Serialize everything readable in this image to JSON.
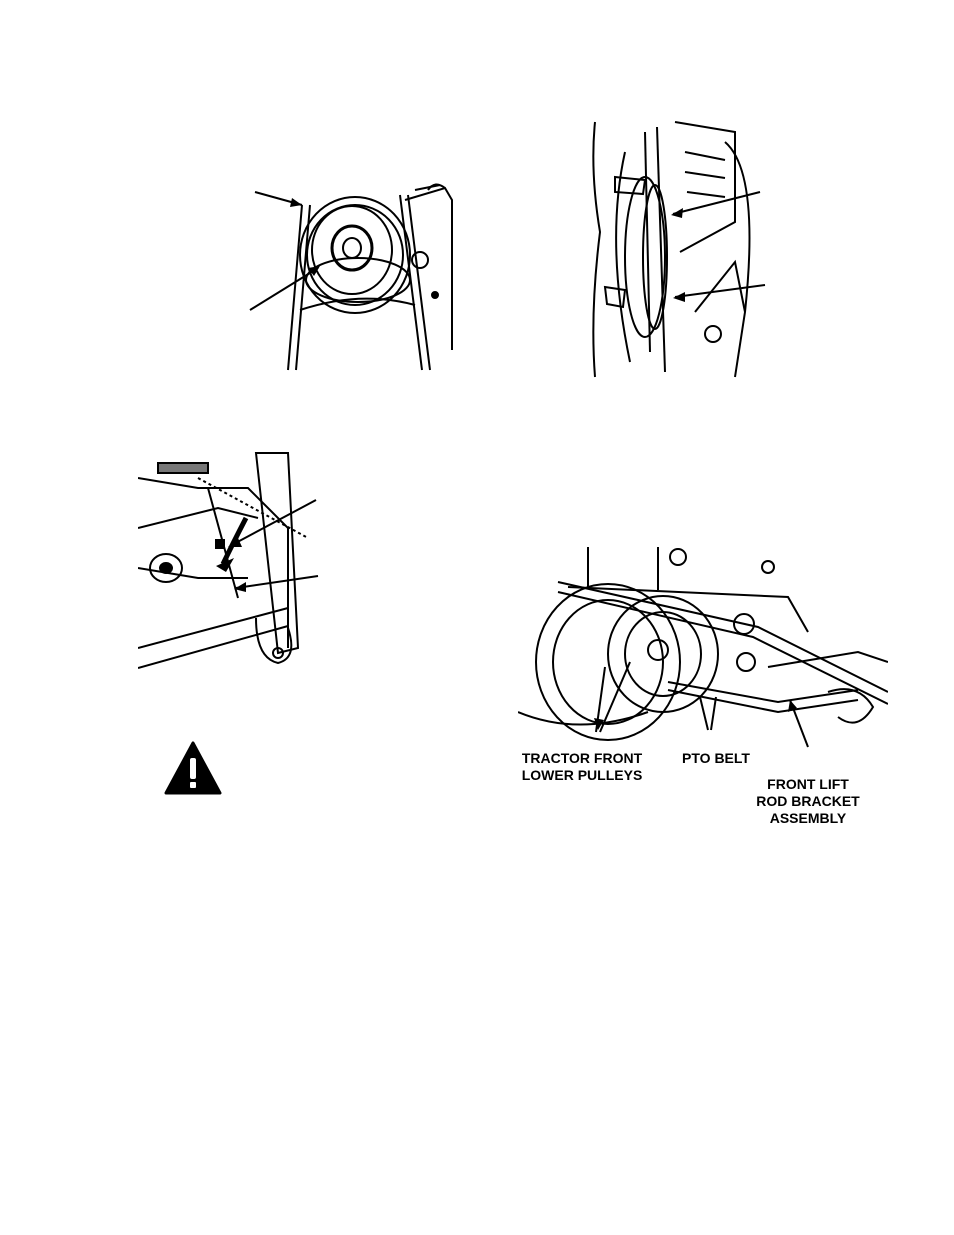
{
  "figures": {
    "top_left": {
      "name": "pulley-belt-illustration"
    },
    "top_right": {
      "name": "deck-pulley-side-illustration"
    },
    "mid_left": {
      "name": "lift-arm-illustration"
    },
    "mid_right": {
      "name": "front-pulleys-illustration"
    }
  },
  "labels": {
    "tractor_front_lower_pulleys_1": "TRACTOR FRONT",
    "tractor_front_lower_pulleys_2": "LOWER PULLEYS",
    "pto_belt": "PTO BELT",
    "front_lift_rod_1": "FRONT LIFT",
    "front_lift_rod_2": "ROD BRACKET",
    "front_lift_rod_3": "ASSEMBLY"
  },
  "warning": {
    "icon": "warning-triangle-icon",
    "symbol": "!"
  }
}
